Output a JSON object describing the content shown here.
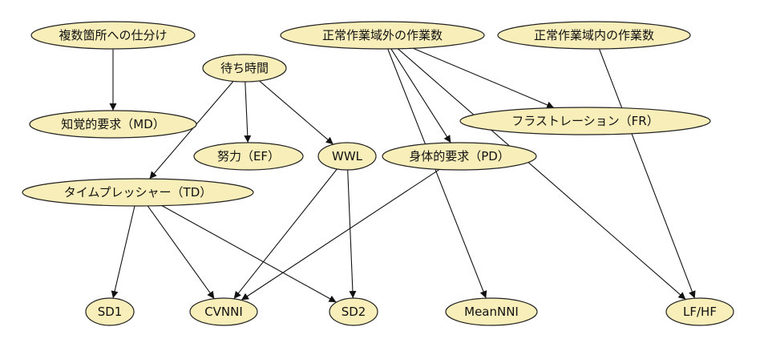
{
  "diagram": {
    "nodes": {
      "fukusu": {
        "label": "複数箇所への仕分け"
      },
      "outside": {
        "label": "正常作業域外の作業数"
      },
      "inside": {
        "label": "正常作業域内の作業数"
      },
      "wait": {
        "label": "待ち時間"
      },
      "md": {
        "label": "知覚的要求（MD）"
      },
      "fr": {
        "label": "フラストレーション（FR）"
      },
      "ef": {
        "label": "努力（EF）"
      },
      "wwl": {
        "label": "WWL"
      },
      "pd": {
        "label": "身体的要求（PD）"
      },
      "td": {
        "label": "タイムプレッシャー（TD）"
      },
      "sd1": {
        "label": "SD1"
      },
      "cvnni": {
        "label": "CVNNI"
      },
      "sd2": {
        "label": "SD2"
      },
      "meannni": {
        "label": "MeanNNI"
      },
      "lfhf": {
        "label": "LF/HF"
      }
    },
    "edges": [
      {
        "from": "fukusu",
        "to": "md"
      },
      {
        "from": "wait",
        "to": "ef"
      },
      {
        "from": "wait",
        "to": "wwl"
      },
      {
        "from": "wait",
        "to": "td"
      },
      {
        "from": "outside",
        "to": "fr"
      },
      {
        "from": "outside",
        "to": "pd"
      },
      {
        "from": "outside",
        "to": "meannni"
      },
      {
        "from": "outside",
        "to": "lfhf"
      },
      {
        "from": "inside",
        "to": "lfhf"
      },
      {
        "from": "td",
        "to": "sd1"
      },
      {
        "from": "td",
        "to": "cvnni"
      },
      {
        "from": "td",
        "to": "sd2"
      },
      {
        "from": "wwl",
        "to": "cvnni"
      },
      {
        "from": "wwl",
        "to": "sd2"
      },
      {
        "from": "pd",
        "to": "cvnni"
      }
    ]
  }
}
